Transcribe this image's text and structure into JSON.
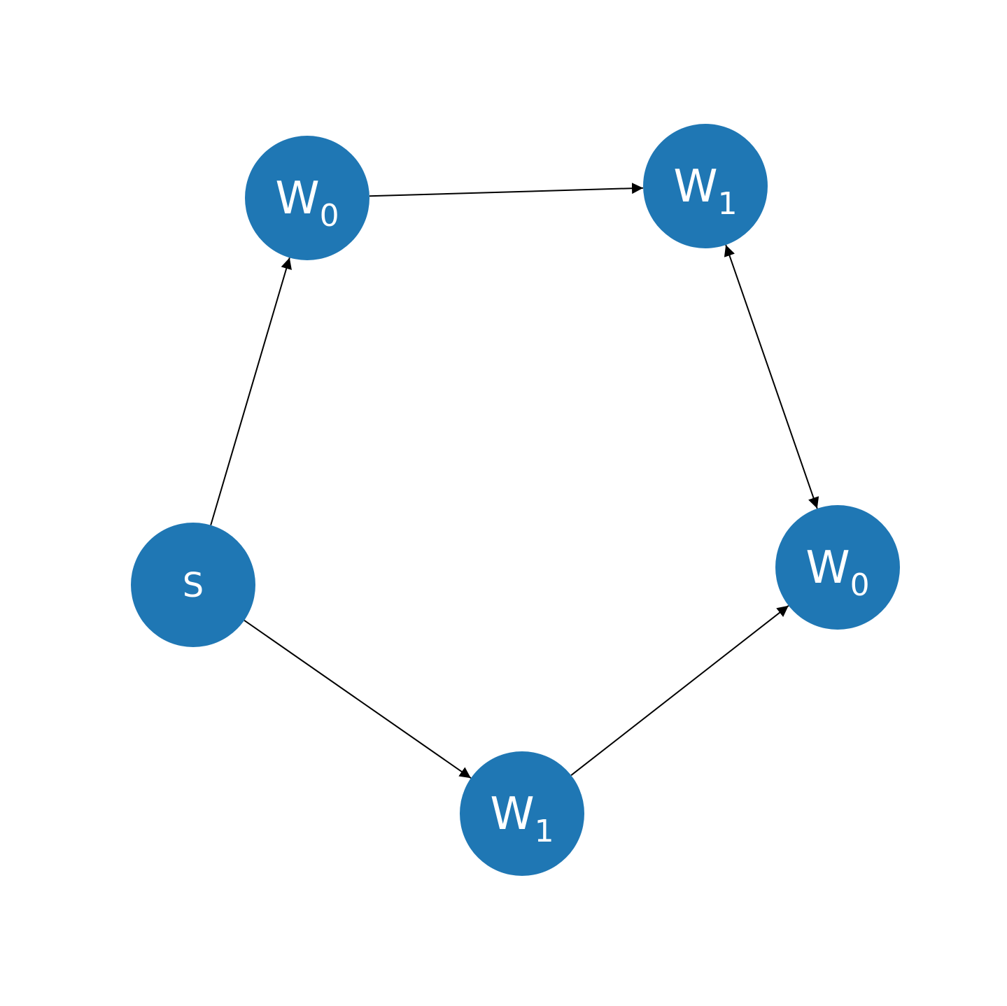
{
  "diagram": {
    "node_color": "#1f77b4",
    "edge_color": "#000000",
    "label_color": "#ffffff",
    "nodes": [
      {
        "id": "s",
        "label": "S",
        "subscript": ""
      },
      {
        "id": "w0_top",
        "label": "W",
        "subscript": "0"
      },
      {
        "id": "w1_top",
        "label": "W",
        "subscript": "1"
      },
      {
        "id": "w0_right",
        "label": "W",
        "subscript": "0"
      },
      {
        "id": "w1_bottom",
        "label": "W",
        "subscript": "1"
      }
    ],
    "edges": [
      {
        "from": "s",
        "to": "w0_top",
        "bidirectional": false
      },
      {
        "from": "w0_top",
        "to": "w1_top",
        "bidirectional": false
      },
      {
        "from": "w1_top",
        "to": "w0_right",
        "bidirectional": true
      },
      {
        "from": "s",
        "to": "w1_bottom",
        "bidirectional": false
      },
      {
        "from": "w1_bottom",
        "to": "w0_right",
        "bidirectional": false
      }
    ]
  }
}
